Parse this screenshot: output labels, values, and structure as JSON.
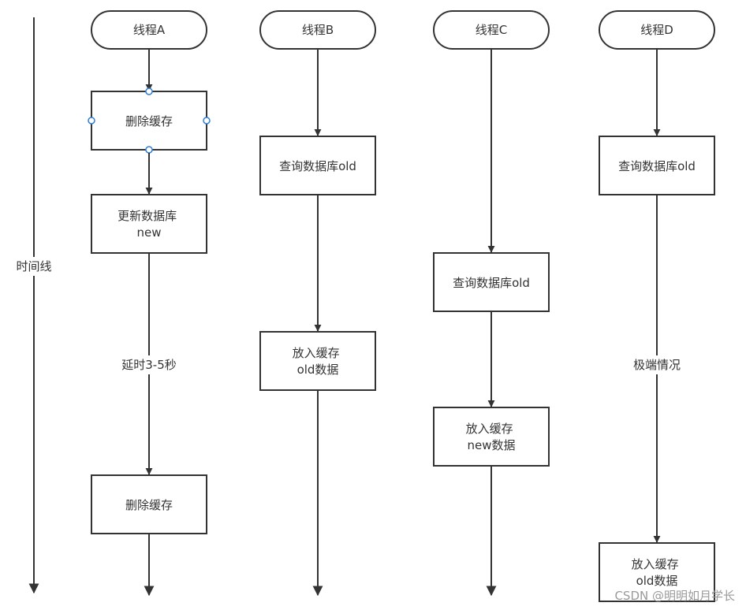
{
  "timeline_label": "时间线",
  "threads": [
    {
      "title": "线程A",
      "steps": [
        "删除缓存",
        "更新数据库\nnew",
        "删除缓存"
      ],
      "edge_label": "延时3-5秒"
    },
    {
      "title": "线程B",
      "steps": [
        "查询数据库old",
        "放入缓存\nold数据"
      ]
    },
    {
      "title": "线程C",
      "steps": [
        "查询数据库old",
        "放入缓存\nnew数据"
      ]
    },
    {
      "title": "线程D",
      "steps": [
        "查询数据库old",
        "放入缓存\nold数据"
      ],
      "edge_label": "极端情况"
    }
  ],
  "watermark": "CSDN @明明如月学长",
  "colors": {
    "stroke": "#333333",
    "text": "#333333",
    "selection_handle": "#2f7ed8"
  }
}
